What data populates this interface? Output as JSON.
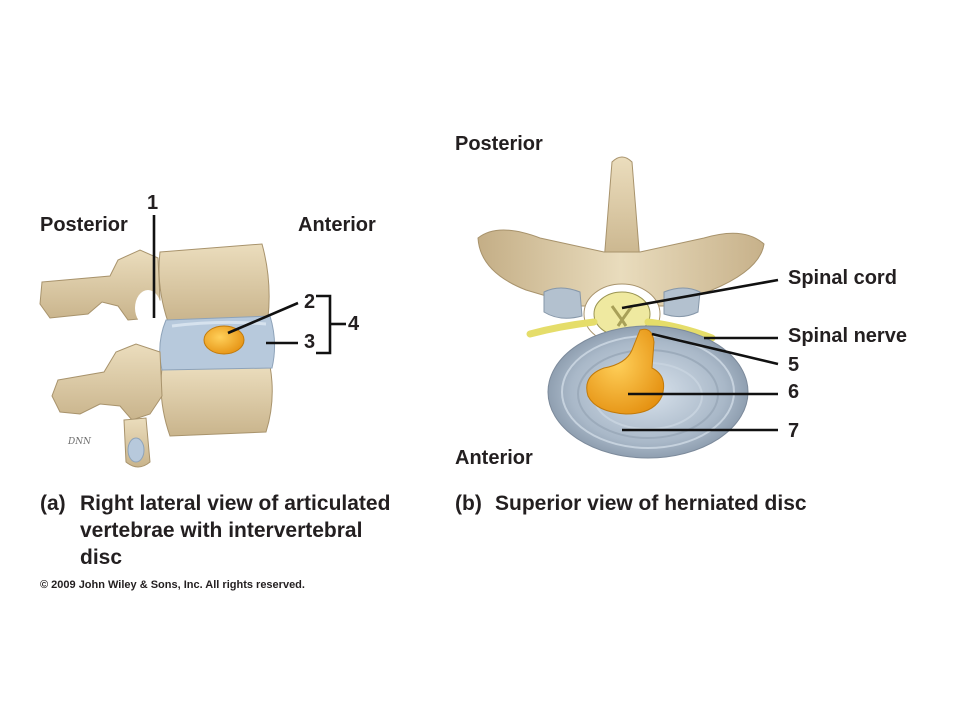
{
  "panel_a": {
    "posterior": "Posterior",
    "anterior": "Anterior",
    "callouts": {
      "c1": "1",
      "c2": "2",
      "c3": "3",
      "c4": "4"
    },
    "signature": "DNN",
    "caption_prefix": "(a)",
    "caption_lines": [
      "Right lateral view of articulated",
      "vertebrae with intervertebral",
      "disc"
    ]
  },
  "panel_b": {
    "posterior": "Posterior",
    "anterior": "Anterior",
    "spinal_cord": "Spinal cord",
    "spinal_nerve": "Spinal nerve",
    "callouts": {
      "c5": "5",
      "c6": "6",
      "c7": "7"
    },
    "caption_prefix": "(b)",
    "caption": "Superior view of herniated disc"
  },
  "copyright": "© 2009 John Wiley & Sons, Inc. All rights reserved.",
  "colors": {
    "bone": "#d9c7a2",
    "disc": "#b9c7d6",
    "nucleus": "#f0a81c",
    "cord": "#efe9a0",
    "nerve": "#e5dd6a"
  }
}
